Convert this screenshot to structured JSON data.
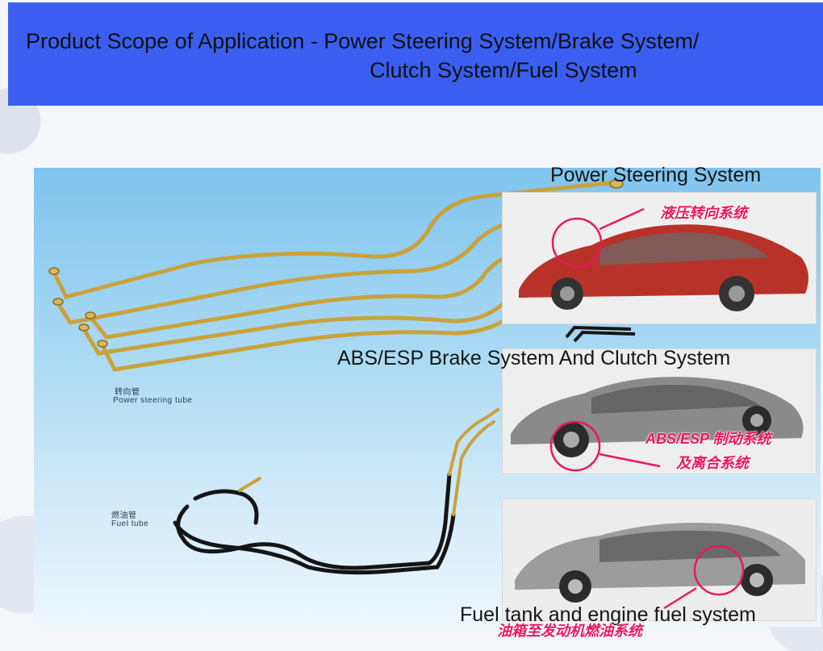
{
  "header": {
    "title_line1": "Product Scope of Application - Power Steering System/Brake System/",
    "title_line2": "Clutch System/Fuel System",
    "background": "#3a5ff0"
  },
  "tube_labels": {
    "steering_cn": "转向管",
    "steering_en": "Power steering tube",
    "fuel_cn": "燃油管",
    "fuel_en": "Fuel tube"
  },
  "systems": {
    "steering": {
      "label": "Power Steering System",
      "cn_label": "液压转向系统"
    },
    "brake": {
      "label": "ABS/ESP Brake System And Clutch System",
      "cn_label_1": "ABS/ESP 制动系统",
      "cn_label_2": "及离合系统"
    },
    "fuel": {
      "label": "Fuel tank and engine fuel system",
      "cn_label": "油箱至发动机燃油系统"
    }
  },
  "colors": {
    "highlight": "#e8185e",
    "tube_gold": "#c9a23a",
    "tube_black": "#151515"
  }
}
